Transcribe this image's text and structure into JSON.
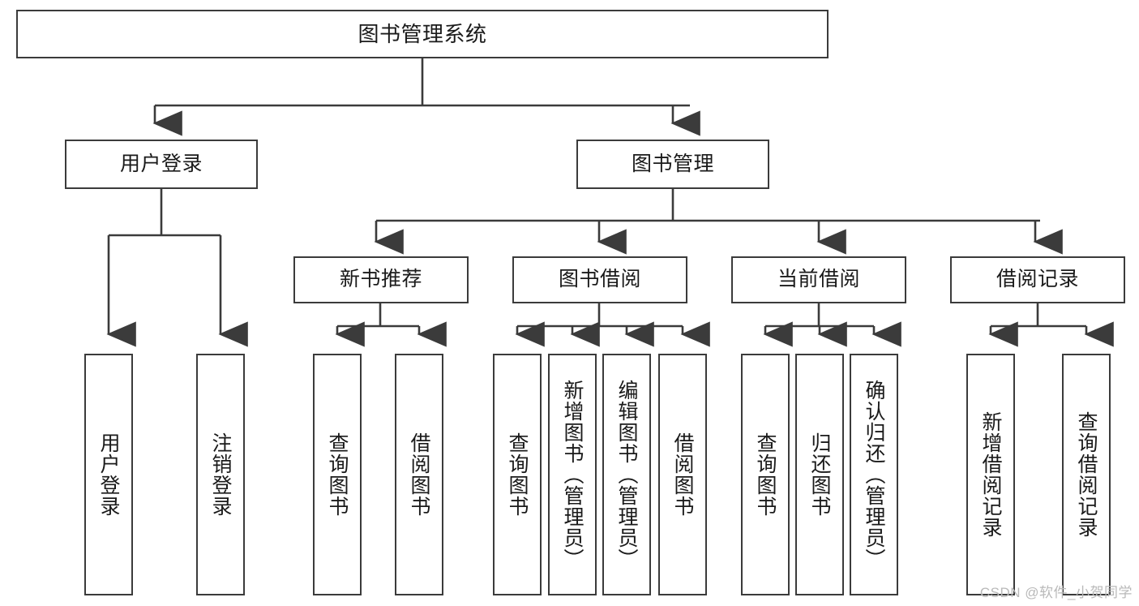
{
  "diagram": {
    "type": "tree",
    "title": "图书管理系统",
    "theme": {
      "border_color": "#3b3b3b",
      "background": "#ffffff",
      "text_color": "#1a1a1a",
      "watermark_color": "#b9b9b9"
    },
    "nodes": {
      "root": {
        "label": "图书管理系统"
      },
      "level2": [
        {
          "label": "用户登录"
        },
        {
          "label": "图书管理"
        }
      ],
      "level3": [
        {
          "label": "新书推荐"
        },
        {
          "label": "图书借阅"
        },
        {
          "label": "当前借阅"
        },
        {
          "label": "借阅记录"
        }
      ],
      "leaves": {
        "user_login": [
          {
            "label": "用户登录"
          },
          {
            "label": "注销登录"
          }
        ],
        "new_book": [
          {
            "label": "查询图书"
          },
          {
            "label": "借阅图书"
          }
        ],
        "book_borrow": [
          {
            "label": "查询图书"
          },
          {
            "label": "新增图书（管理员）"
          },
          {
            "label": "编辑图书（管理员）"
          },
          {
            "label": "借阅图书"
          }
        ],
        "current_borrow": [
          {
            "label": "查询图书"
          },
          {
            "label": "归还图书"
          },
          {
            "label": "确认归还（管理员）"
          }
        ],
        "borrow_record": [
          {
            "label": "新增借阅记录"
          },
          {
            "label": "查询借阅记录"
          }
        ]
      }
    },
    "watermark": "CSDN @软件_小贺同学"
  }
}
